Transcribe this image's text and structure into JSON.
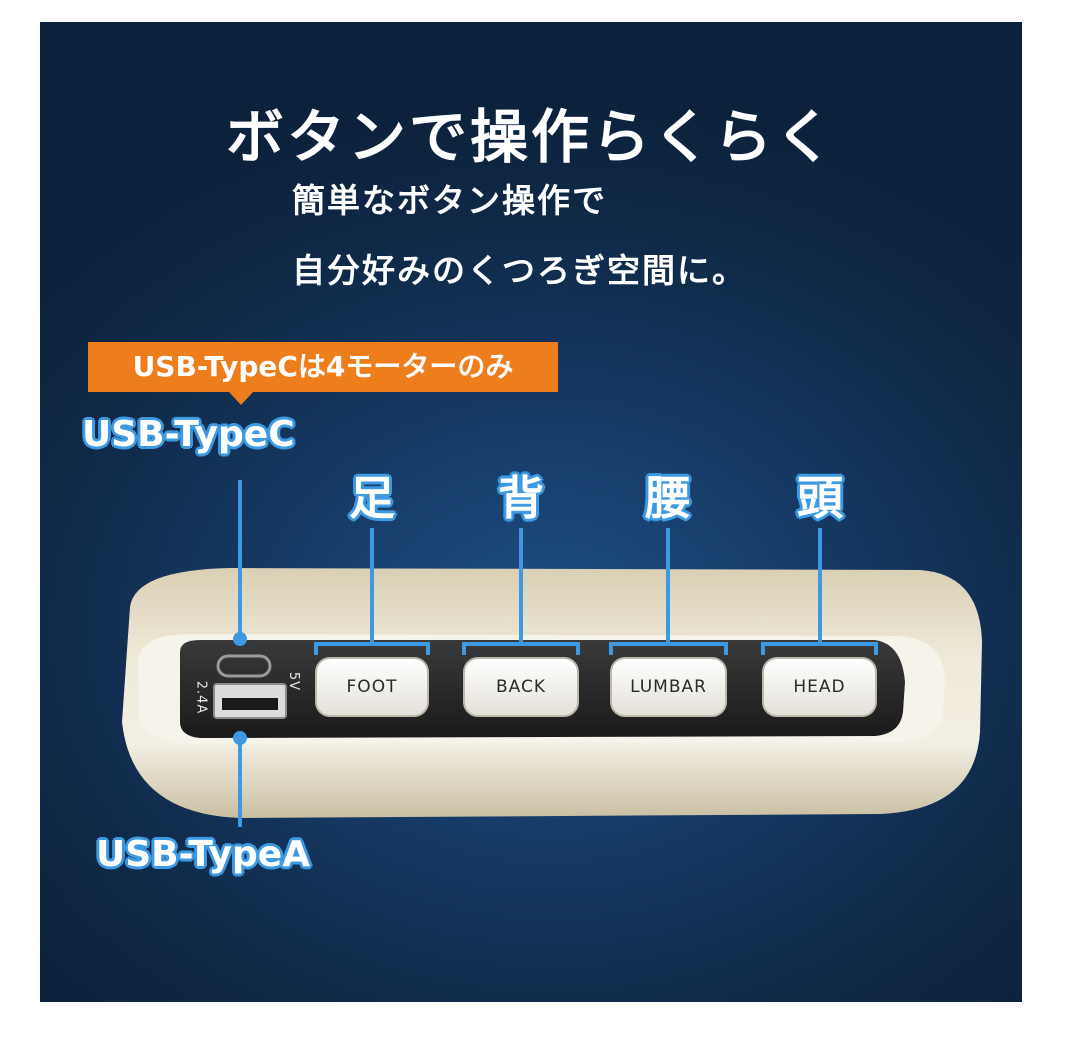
{
  "title": "ボタンで操作らくらく",
  "subtitle_line1": "簡単なボタン操作で",
  "subtitle_line2": "自分好みのくつろぎ空間に。",
  "badge": "USB-TypeCは4モーターのみ",
  "usb_c_label": "USB-TypeC",
  "usb_a_label": "USB-TypeA",
  "port_labels": {
    "voltage": "5V",
    "current": "2.4A"
  },
  "buttons": [
    {
      "jp": "足",
      "en": "FOOT"
    },
    {
      "jp": "背",
      "en": "BACK"
    },
    {
      "jp": "腰",
      "en": "LUMBAR"
    },
    {
      "jp": "頭",
      "en": "HEAD"
    }
  ],
  "colors": {
    "background": "#163a66",
    "accent_blue": "#3d9ae2",
    "badge_orange": "#ee7d1c"
  }
}
